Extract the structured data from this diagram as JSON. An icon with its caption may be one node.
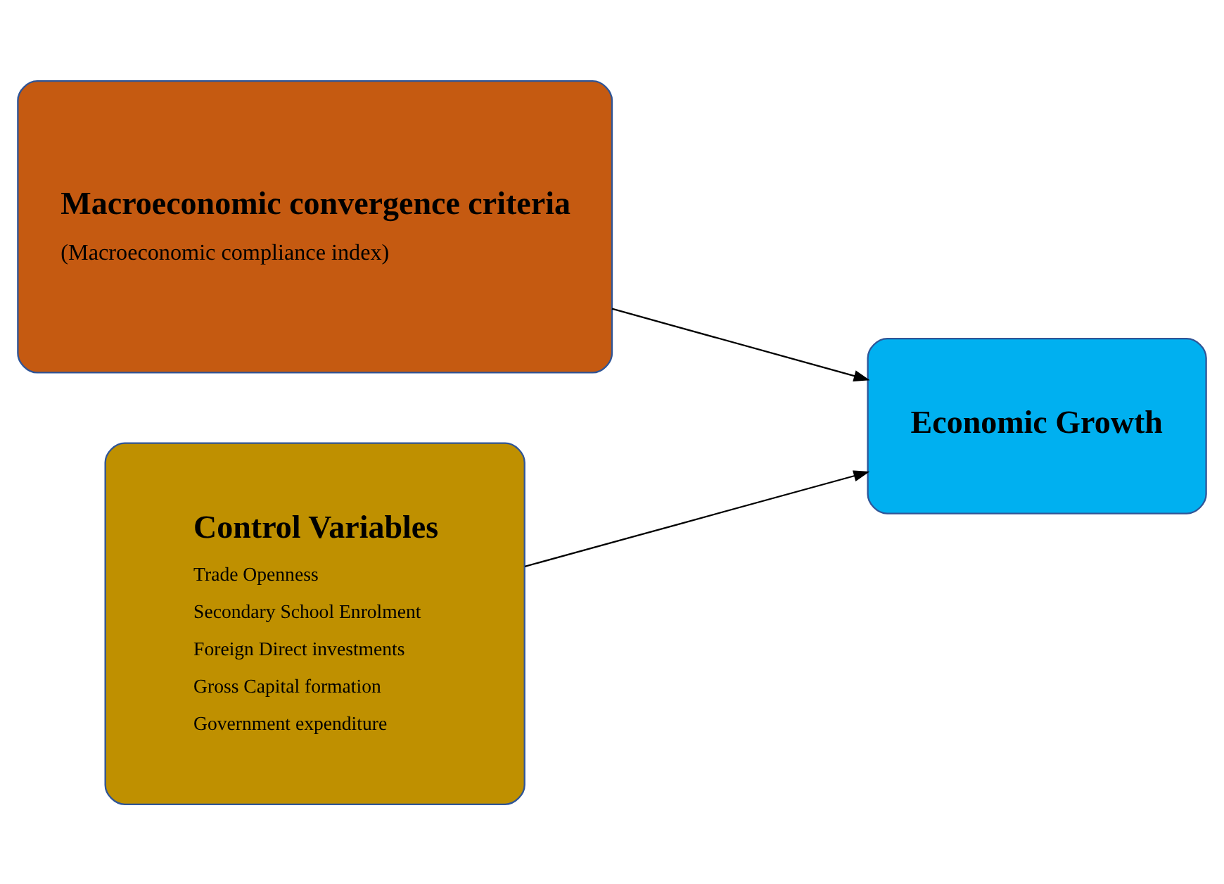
{
  "diagram": {
    "nodes": [
      {
        "text": [
          "Macroeconomic convergence criteria",
          "(Macroeconomic compliance index)"
        ]
      },
      {
        "text": [
          "Economic Growth"
        ]
      },
      {
        "text": [
          "Control Variables",
          "Trade Openness",
          "Secondary School Enrolment",
          "Foreign Direct investments",
          "Gross Capital formation",
          "Government expenditure"
        ]
      }
    ],
    "edges": [
      {
        "from": 0,
        "to": 1,
        "arrow": "to"
      },
      {
        "from": 2,
        "to": 1,
        "arrow": "to"
      }
    ]
  }
}
